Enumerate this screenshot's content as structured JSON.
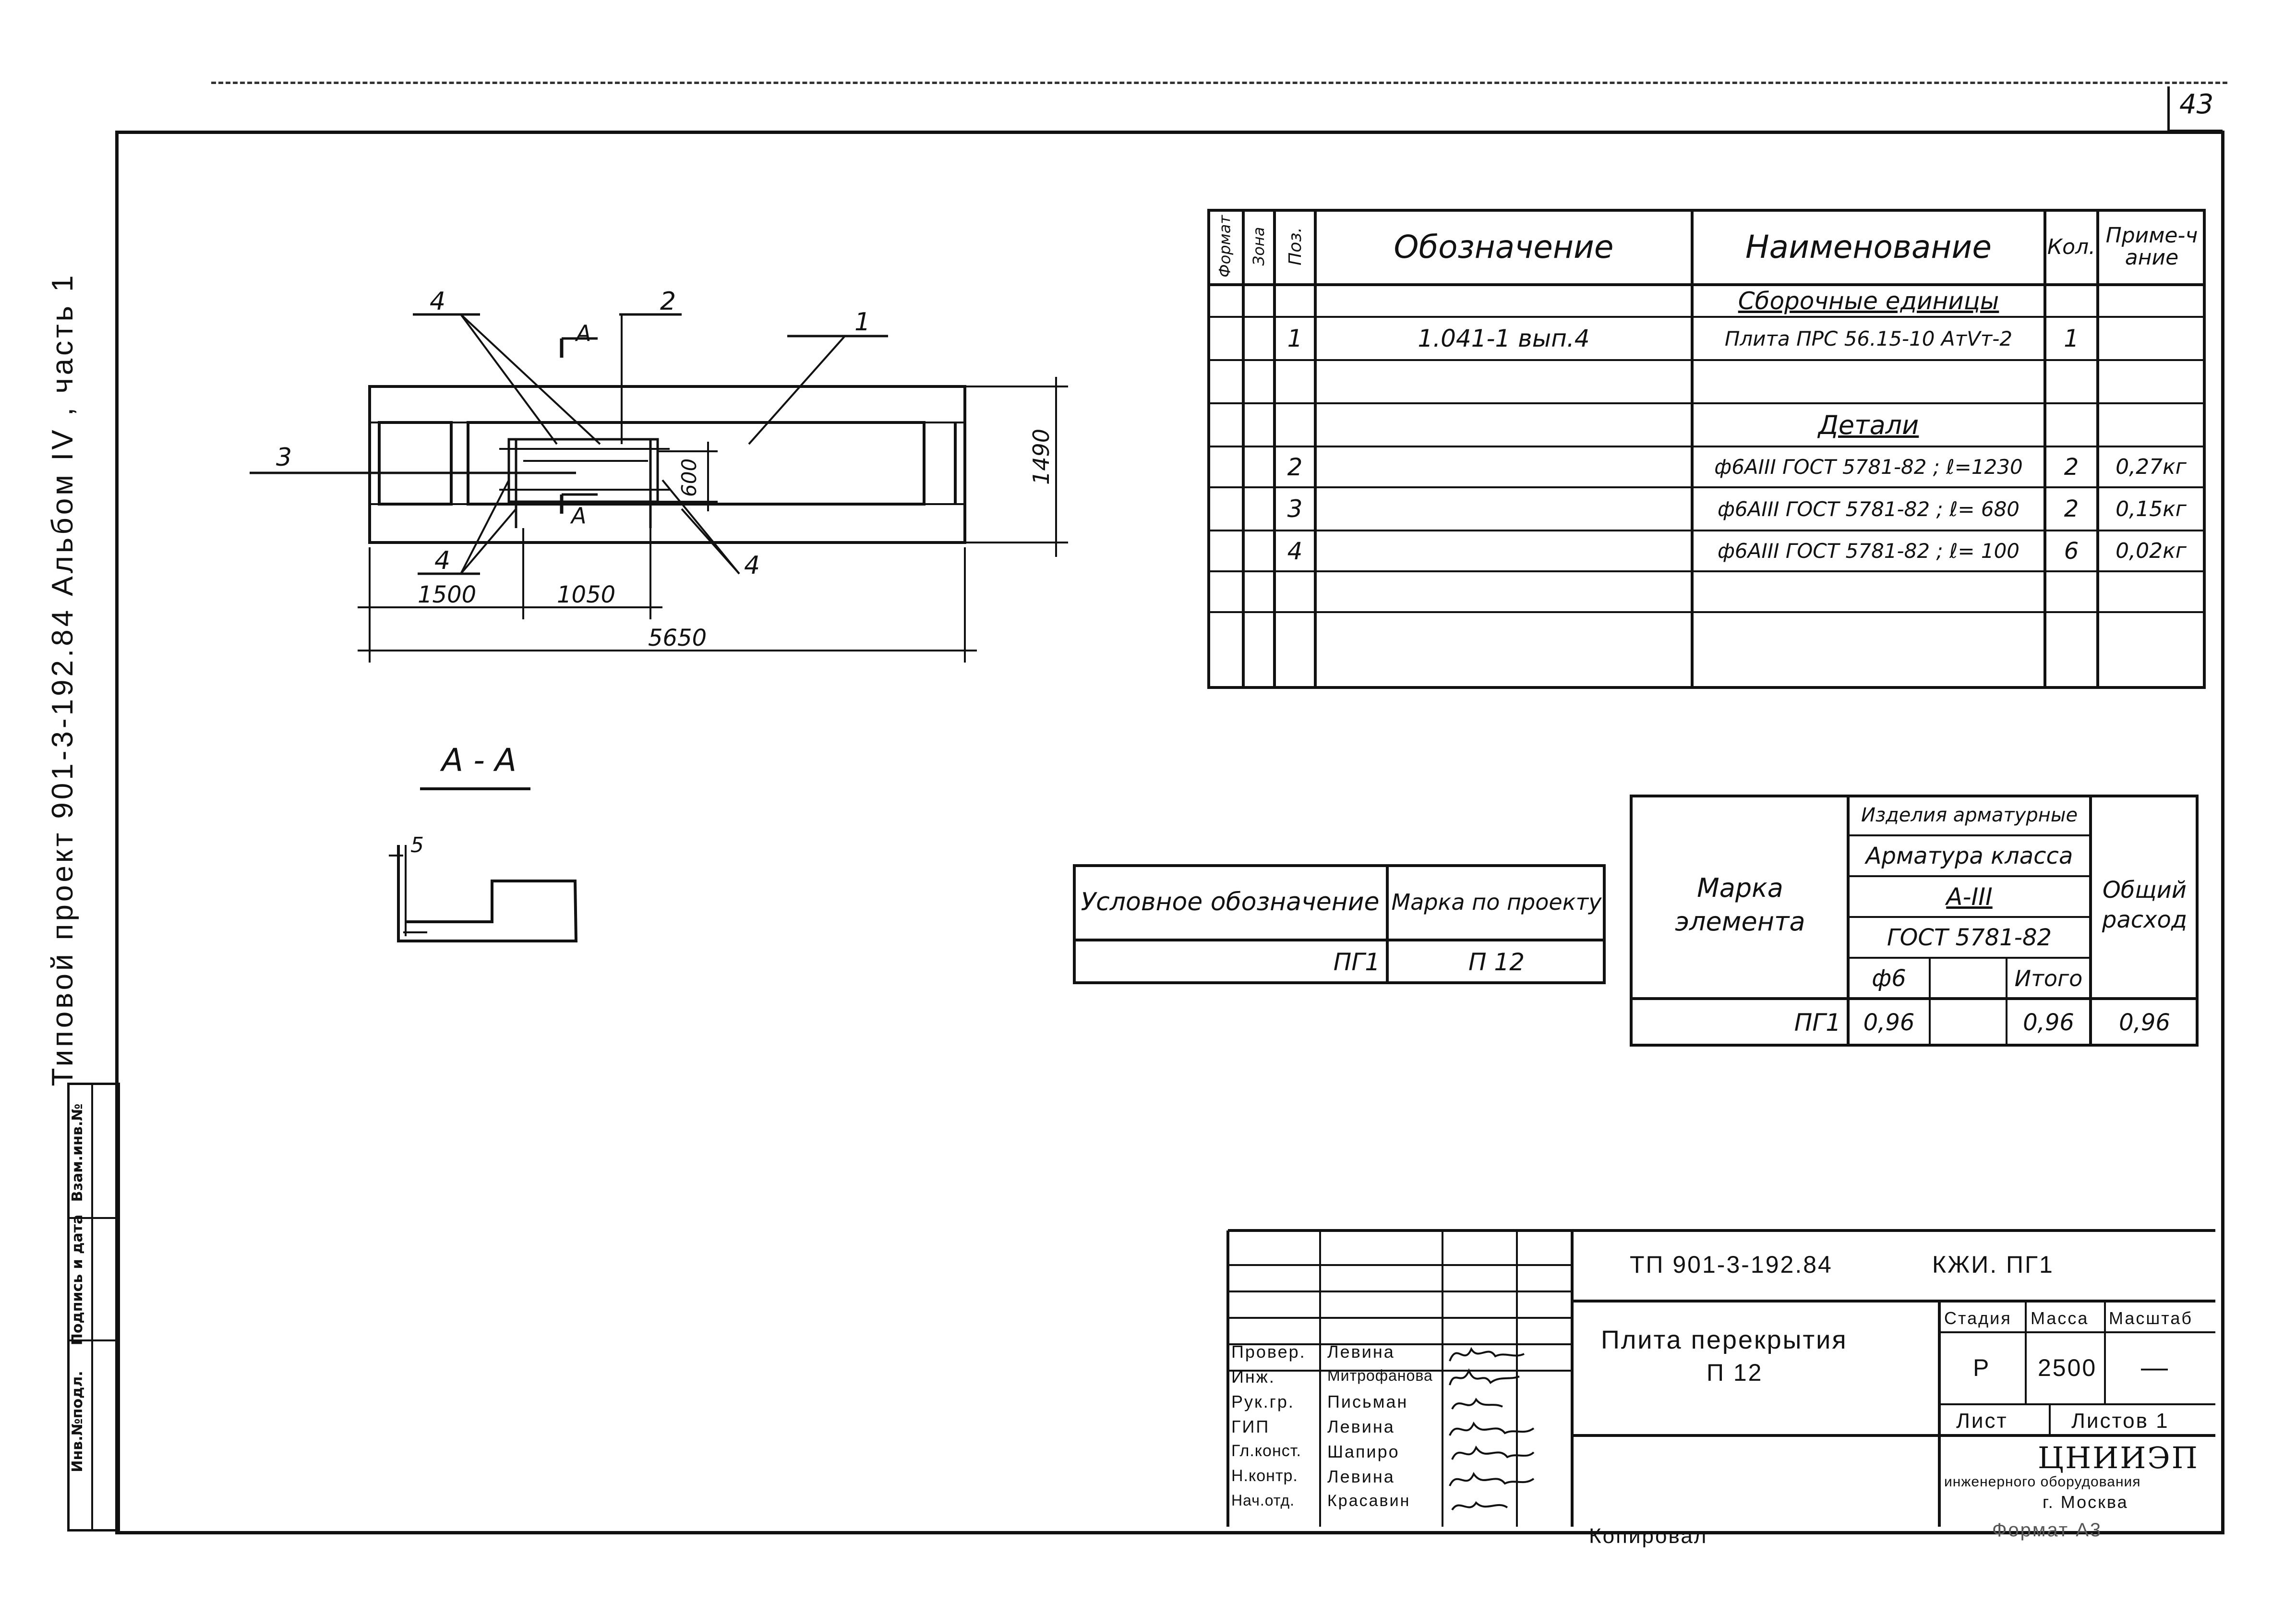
{
  "sheet_number": "43",
  "side_title": "Типовой проект 901-3-192.84 Альбом IV , часть 1",
  "side_columns": [
    "Инв.№подл.",
    "Подпись и дата",
    "Взам.инв.№"
  ],
  "drawing": {
    "labels": {
      "l4a": "4",
      "l2": "2",
      "l1": "1",
      "l3": "3",
      "lA1": "А",
      "lA2": "А",
      "l4b": "4",
      "l4c": "4"
    },
    "dims": {
      "d1500": "1500",
      "d1050": "1050",
      "d5650": "5650",
      "d600": "600",
      "d1490": "1490"
    },
    "section_title": "А - А",
    "section_dim": "5"
  },
  "spec": {
    "headers": {
      "format": "Формат",
      "zone": "Зона",
      "pos": "Поз.",
      "designation": "Обозначение",
      "name": "Наименование",
      "qty": "Кол.",
      "note": "Приме-чание"
    },
    "rows": [
      {
        "pos": "",
        "designation": "",
        "name": "Сборочные единицы",
        "qty": "",
        "note": ""
      },
      {
        "pos": "1",
        "designation": "1.041-1 вып.4",
        "name": "Плита ПРС 56.15-10 АтVт-2",
        "qty": "1",
        "note": ""
      },
      {
        "pos": "",
        "designation": "",
        "name": "",
        "qty": "",
        "note": ""
      },
      {
        "pos": "",
        "designation": "",
        "name": "Детали",
        "qty": "",
        "note": ""
      },
      {
        "pos": "2",
        "designation": "",
        "name": "ф6АIII ГОСТ 5781-82 ; ℓ=1230",
        "qty": "2",
        "note": "0,27кг"
      },
      {
        "pos": "3",
        "designation": "",
        "name": "ф6АIII ГОСТ 5781-82 ; ℓ= 680",
        "qty": "2",
        "note": "0,15кг"
      },
      {
        "pos": "4",
        "designation": "",
        "name": "ф6АIII ГОСТ 5781-82 ; ℓ= 100",
        "qty": "6",
        "note": "0,02кг"
      }
    ]
  },
  "mark_table": {
    "h1": "Условное обозначение",
    "h2": "Марка по проекту",
    "v1": "ПГ1",
    "v2": "П 12"
  },
  "rebar_table": {
    "mark_header": "Марка элемента",
    "group": "Изделия арматурные",
    "class": "Арматура класса",
    "grade": "А-III",
    "gost": "ГОСТ 5781-82",
    "sub1": "ф6",
    "sub2": "Итого",
    "total_header": "Общий расход",
    "row_mark": "ПГ1",
    "row_v1": "0,96",
    "row_v2": "",
    "row_v3": "0,96",
    "row_total": "0,96"
  },
  "title_block": {
    "code": "ТП 901-3-192.84",
    "sheet_code": "КЖИ. ПГ1",
    "title": "Плита перекрытия",
    "subtitle": "П 12",
    "stage_label": "Стадия",
    "mass_label": "Масса",
    "scale_label": "Масштаб",
    "stage": "Р",
    "mass": "2500",
    "scale": "—",
    "sheet_label": "Лист",
    "sheets_label": "Листов 1",
    "org_name": "ЦНИИЭП",
    "org_sub": "инженерного оборудования",
    "org_city": "г. Москва",
    "signatures": [
      {
        "role": "Провер.",
        "name": "Левина"
      },
      {
        "role": "Инж.",
        "name": "Митрофанова"
      },
      {
        "role": "Рук.гр.",
        "name": "Письман"
      },
      {
        "role": "ГИП",
        "name": "Левина"
      },
      {
        "role": "Гл.конст.",
        "name": "Шапиро"
      },
      {
        "role": "Н.контр.",
        "name": "Левина"
      },
      {
        "role": "Нач.отд.",
        "name": "Красавин"
      }
    ]
  },
  "footer": {
    "copied": "Копировал",
    "format": "Формат А3"
  }
}
